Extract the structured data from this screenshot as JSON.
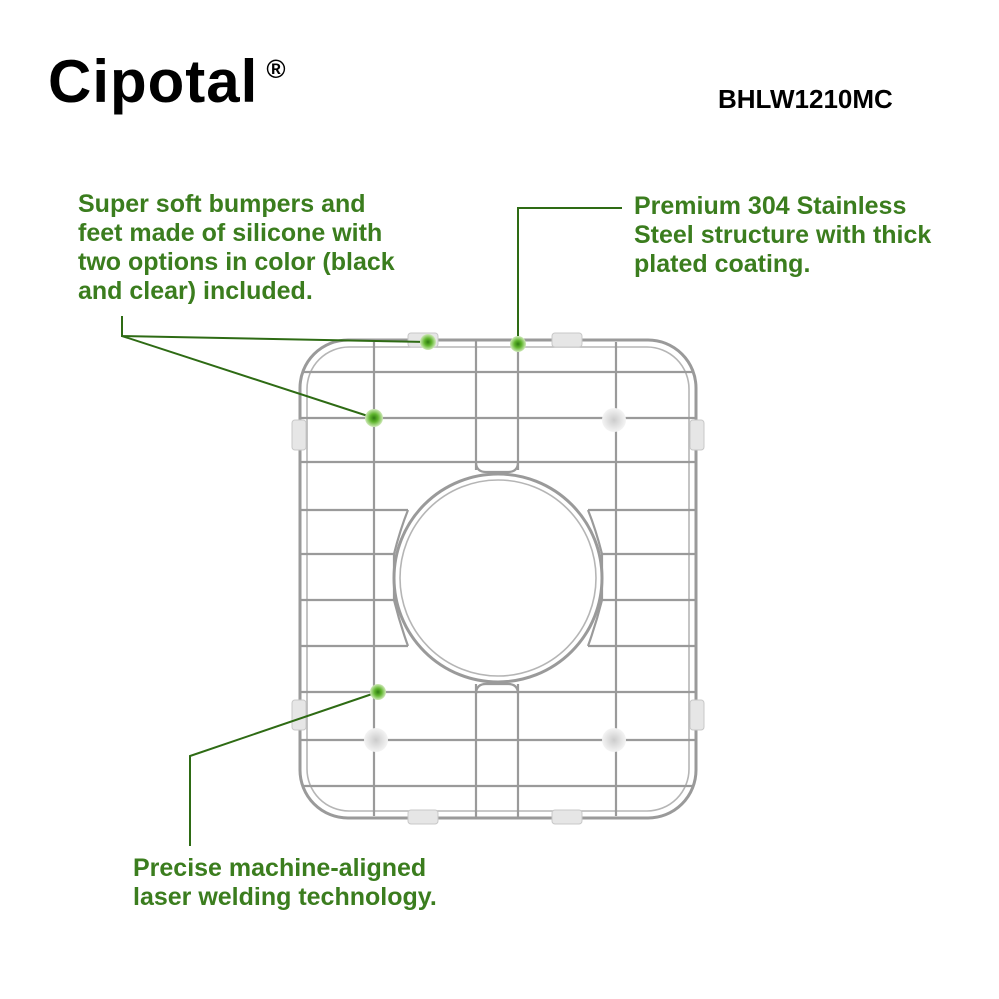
{
  "brand": {
    "name": "Cipotal",
    "registered_mark": "®"
  },
  "model": "BHLW1210MC",
  "callouts": {
    "bumpers": {
      "lines": [
        "Super soft bumpers and",
        "feet made of silicone with",
        "two options in color (black",
        "and clear) included."
      ]
    },
    "steel": {
      "lines": [
        "Premium 304 Stainless",
        "Steel structure with thick",
        "plated coating."
      ]
    },
    "welding": {
      "lines": [
        "Precise machine-aligned",
        "laser welding technology."
      ]
    }
  },
  "colors": {
    "callout_text": "#3b7d1e",
    "leader_line": "#2e6b14",
    "marker_fill": "#6fbf3a",
    "wire": "#9a9a9a",
    "bumper": "#e6e6e6"
  },
  "product": {
    "name": "sink bottom grid",
    "icon": "wire-grid-icon"
  }
}
